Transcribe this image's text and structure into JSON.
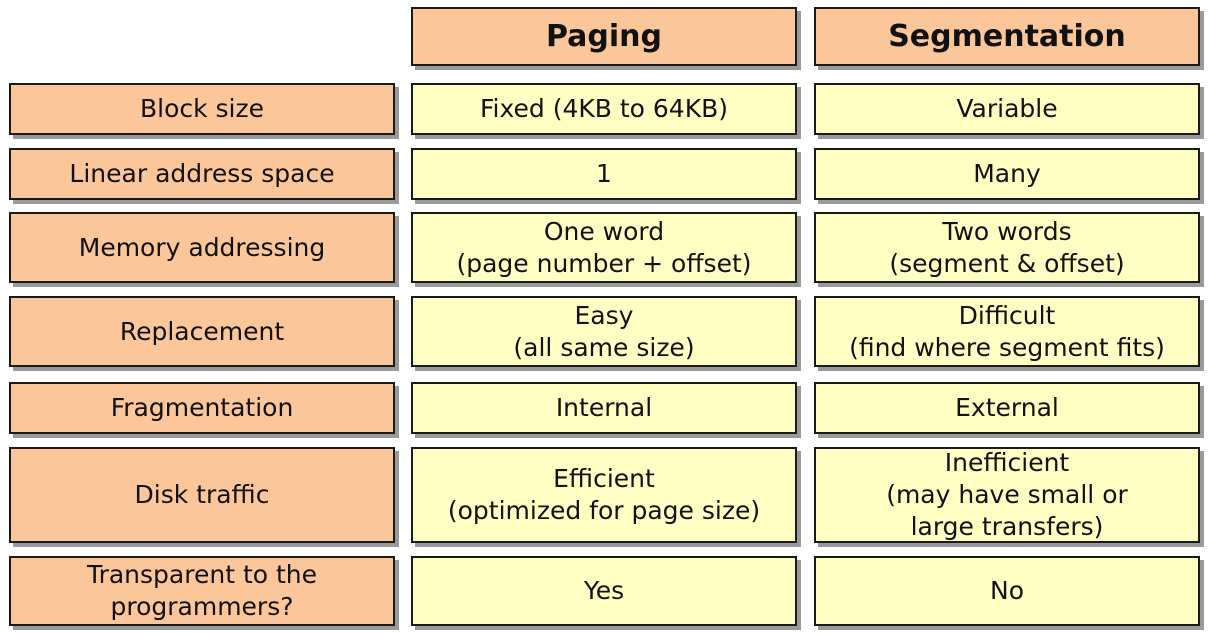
{
  "columns": [
    "Paging",
    "Segmentation"
  ],
  "rows": [
    {
      "label": "Block size",
      "paging": "Fixed (4KB to 64KB)",
      "segmentation": "Variable"
    },
    {
      "label": "Linear address space",
      "paging": "1",
      "segmentation": "Many"
    },
    {
      "label": "Memory addressing",
      "paging": "One word\n(page number + offset)",
      "segmentation": "Two words\n(segment & offset)"
    },
    {
      "label": "Replacement",
      "paging": "Easy\n(all same size)",
      "segmentation": "Difficult\n(find where segment fits)"
    },
    {
      "label": "Fragmentation",
      "paging": "Internal",
      "segmentation": "External"
    },
    {
      "label": "Disk traffic",
      "paging": "Efficient\n(optimized for page size)",
      "segmentation": "Inefficient\n(may have small or\nlarge transfers)"
    },
    {
      "label": "Transparent to the\nprogrammers?",
      "paging": "Yes",
      "segmentation": "No"
    }
  ]
}
